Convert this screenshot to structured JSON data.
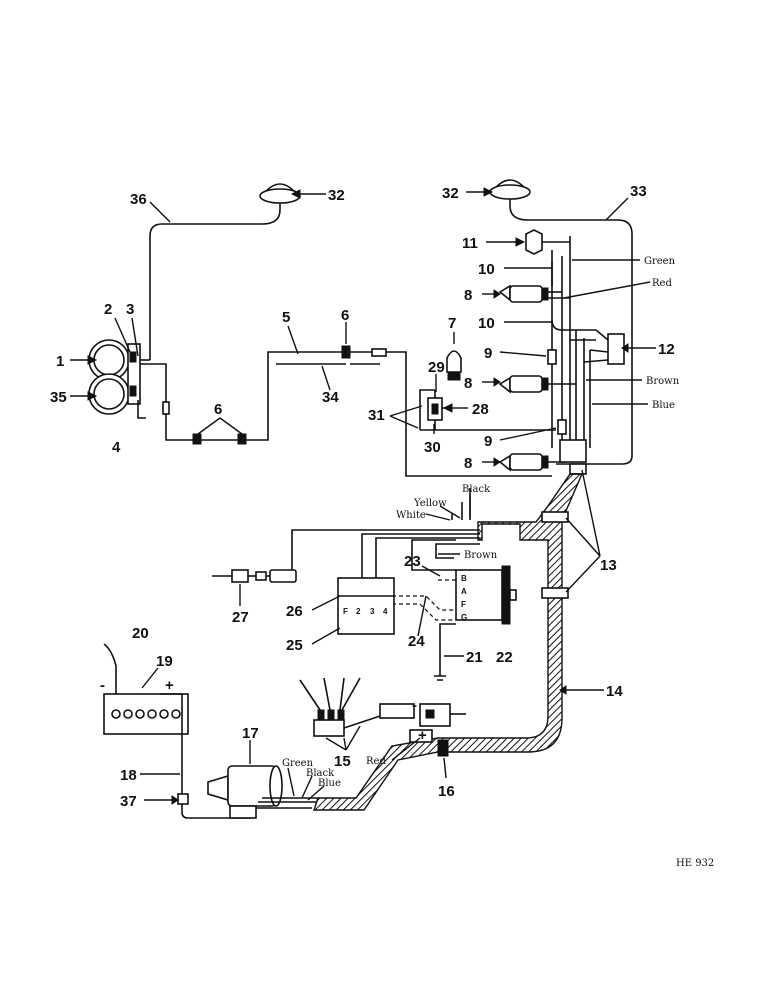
{
  "callouts": {
    "n1": "1",
    "n2": "2",
    "n3": "3",
    "n4": "4",
    "n5": "5",
    "n6a": "6",
    "n6b": "6",
    "n7": "7",
    "n8a": "8",
    "n8b": "8",
    "n8c": "8",
    "n9a": "9",
    "n9b": "9",
    "n10a": "10",
    "n10b": "10",
    "n11": "11",
    "n12": "12",
    "n13": "13",
    "n14": "14",
    "n15": "15",
    "n16": "16",
    "n17": "17",
    "n18": "18",
    "n19": "19",
    "n20": "20",
    "n21": "21",
    "n22": "22",
    "n23": "23",
    "n24": "24",
    "n25": "25",
    "n26": "26",
    "n27": "27",
    "n28": "28",
    "n29": "29",
    "n30": "30",
    "n31": "31",
    "n32a": "32",
    "n32b": "32",
    "n33": "33",
    "n34": "34",
    "n35": "35",
    "n36": "36",
    "n37": "37"
  },
  "wire_labels": {
    "green_top": "Green",
    "red_top": "Red",
    "brown_mid": "Brown",
    "blue_mid": "Blue",
    "black": "Black",
    "yellow": "Yellow",
    "white": "White",
    "brown_reg": "Brown",
    "red_low": "Red",
    "green_low": "Green",
    "black_low": "Black",
    "blue_low": "Blue"
  },
  "terminals": {
    "gen_b": "B",
    "gen_a": "A",
    "gen_f": "F",
    "gen_g": "G",
    "reg_f": "F",
    "reg_2": "2",
    "reg_3": "3",
    "reg_4": "4",
    "bat_minus": "-",
    "bat_plus": "+",
    "sw_minus": "-",
    "sw_plus": "+"
  },
  "drawing_code": "HE 932"
}
